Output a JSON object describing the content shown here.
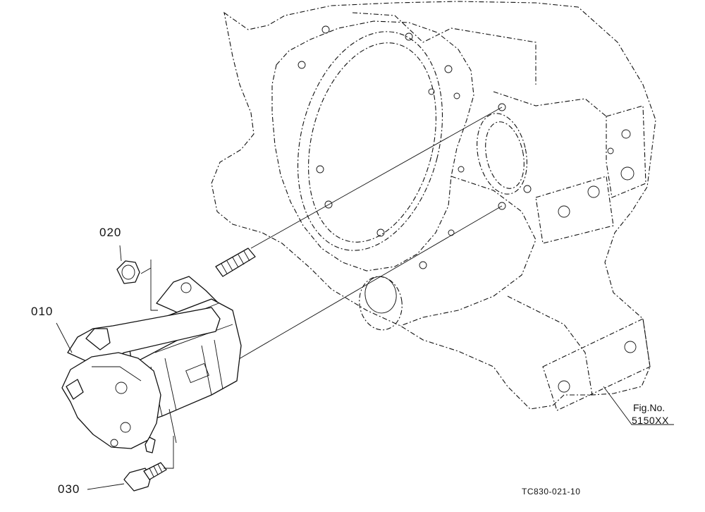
{
  "parts": [
    {
      "callout": "010",
      "name": "starter-motor"
    },
    {
      "callout": "020",
      "name": "nut"
    },
    {
      "callout": "030",
      "name": "bolt"
    }
  ],
  "figure": {
    "label": "Fig.No.",
    "number": "5150XX"
  },
  "drawing_code": "TC830-021-10"
}
